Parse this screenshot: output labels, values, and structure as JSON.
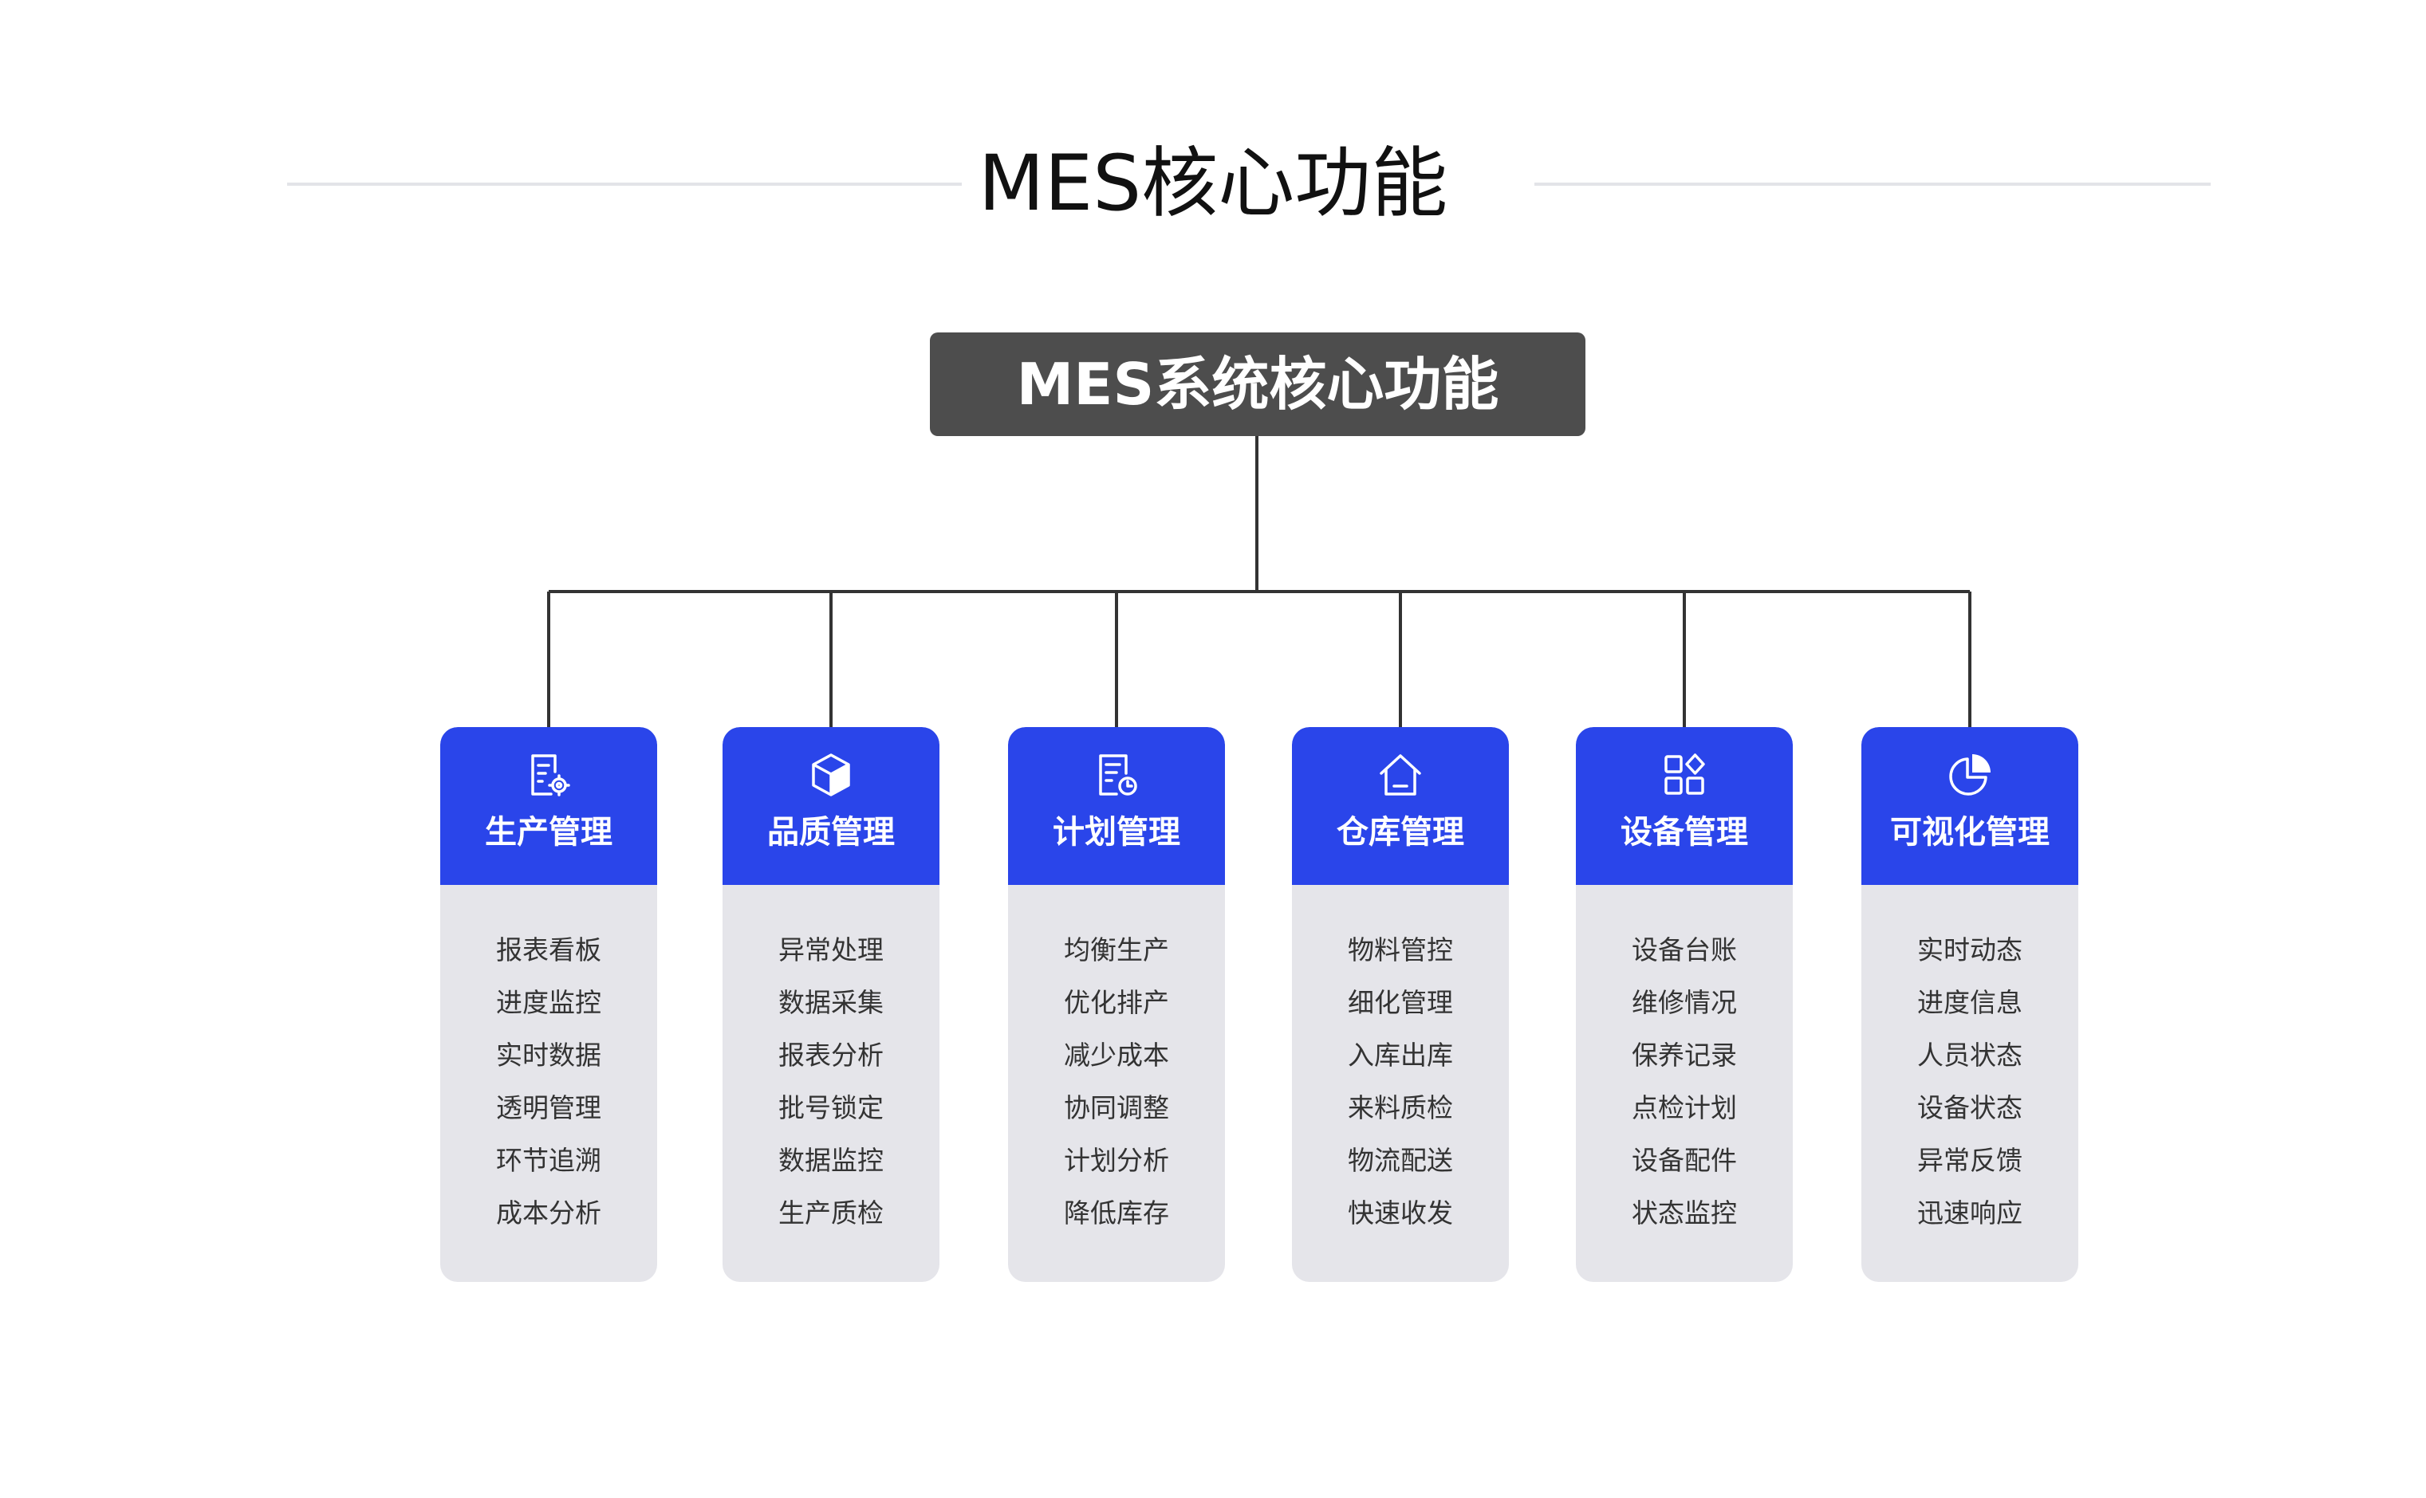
{
  "title": "MES核心功能",
  "root": "MES系统核心功能",
  "colors": {
    "accent": "#2a45ea",
    "root_bg": "#4d4d4d",
    "card_bg": "#e5e5ea",
    "connector": "#333333"
  },
  "modules": [
    {
      "title": "生产管理",
      "icon": "report-gear-icon",
      "items": [
        "报表看板",
        "进度监控",
        "实时数据",
        "透明管理",
        "环节追溯",
        "成本分析"
      ]
    },
    {
      "title": "品质管理",
      "icon": "box-icon",
      "items": [
        "异常处理",
        "数据采集",
        "报表分析",
        "批号锁定",
        "数据监控",
        "生产质检"
      ]
    },
    {
      "title": "计划管理",
      "icon": "document-clock-icon",
      "items": [
        "均衡生产",
        "优化排产",
        "减少成本",
        "协同调整",
        "计划分析",
        "降低库存"
      ]
    },
    {
      "title": "仓库管理",
      "icon": "house-icon",
      "items": [
        "物料管控",
        "细化管理",
        "入库出库",
        "来料质检",
        "物流配送",
        "快速收发"
      ]
    },
    {
      "title": "设备管理",
      "icon": "apps-grid-icon",
      "items": [
        "设备台账",
        "维修情况",
        "保养记录",
        "点检计划",
        "设备配件",
        "状态监控"
      ]
    },
    {
      "title": "可视化管理",
      "icon": "pie-chart-icon",
      "items": [
        "实时动态",
        "进度信息",
        "人员状态",
        "设备状态",
        "异常反馈",
        "迅速响应"
      ]
    }
  ]
}
